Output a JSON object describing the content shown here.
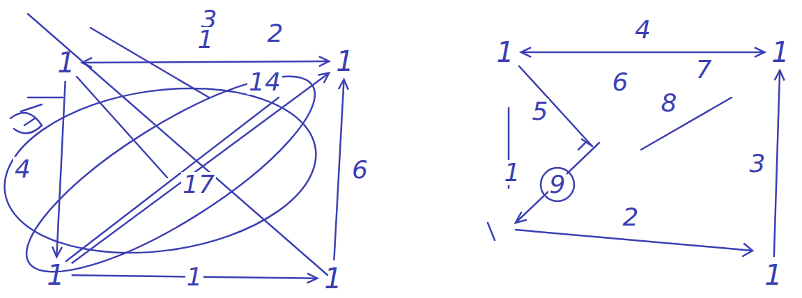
{
  "diagram": {
    "nodes": [
      {
        "text": [
          "1"
        ]
      },
      {
        "text": [
          "1"
        ]
      },
      {
        "text": [
          "1"
        ]
      },
      {
        "text": [
          "1"
        ]
      },
      {
        "text": [
          "1"
        ]
      },
      {
        "text": [
          "1"
        ]
      },
      {
        "text": [
          "1"
        ]
      }
    ],
    "edges": [
      {
        "from": 1,
        "to": 0,
        "arrow": "both",
        "label": "1"
      },
      {
        "from": 0,
        "to": 2,
        "arrow": "to",
        "label": "4"
      },
      {
        "from": 2,
        "to": 3,
        "arrow": "to",
        "label": "1"
      },
      {
        "from": 3,
        "to": 1,
        "arrow": "to",
        "label": "6"
      },
      {
        "from": 2,
        "to": 1,
        "arrow": "to"
      },
      {
        "from": 5,
        "to": 4,
        "arrow": "both",
        "label": "4"
      },
      {
        "from": 6,
        "to": 5,
        "arrow": "to",
        "label": "3"
      }
    ],
    "labels": [
      "3",
      "2",
      "14",
      "17",
      "1",
      "5",
      "6",
      "8",
      "7",
      "9",
      "2"
    ]
  }
}
